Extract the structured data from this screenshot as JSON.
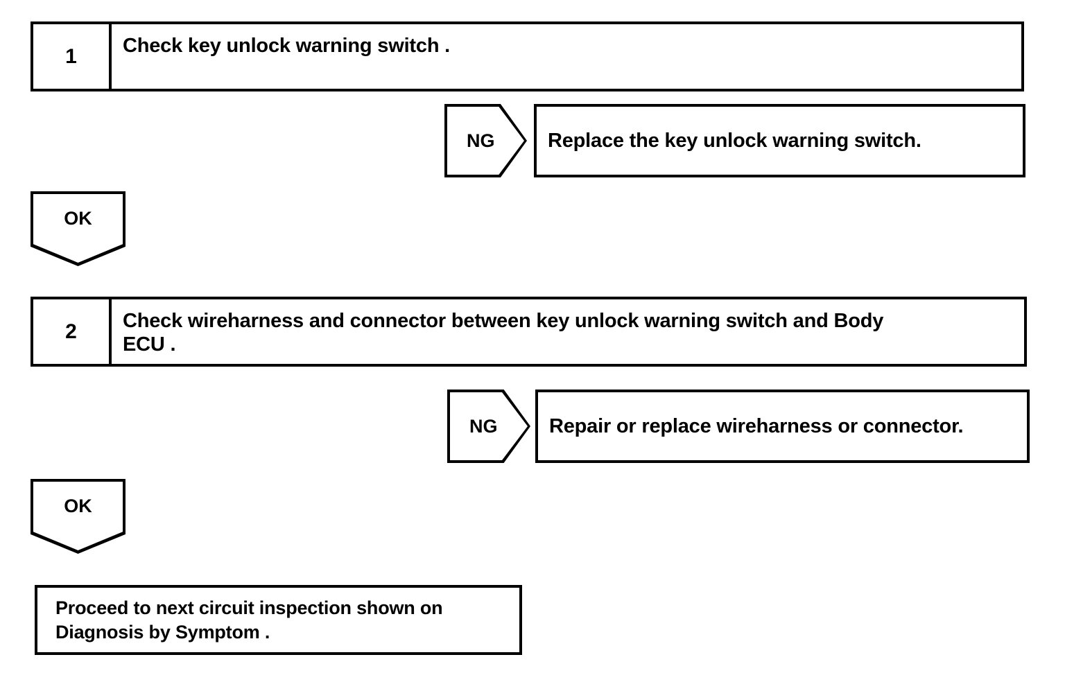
{
  "diagram": {
    "type": "troubleshooting-flowchart",
    "colors": {
      "ink": "#000000",
      "paper": "#ffffff"
    },
    "steps": [
      {
        "number": "1",
        "instruction": "Check key unlock warning switch .",
        "ng": {
          "label": "NG",
          "action": "Replace the key unlock warning switch."
        },
        "ok": {
          "label": "OK"
        }
      },
      {
        "number": "2",
        "instruction": "Check wireharness and connector between key unlock warning switch and Body\nECU .",
        "ng": {
          "label": "NG",
          "action": "Repair or replace wireharness or connector."
        },
        "ok": {
          "label": "OK"
        }
      }
    ],
    "terminal": {
      "text": "Proceed to next circuit inspection shown on\n Diagnosis by Symptom ."
    }
  }
}
